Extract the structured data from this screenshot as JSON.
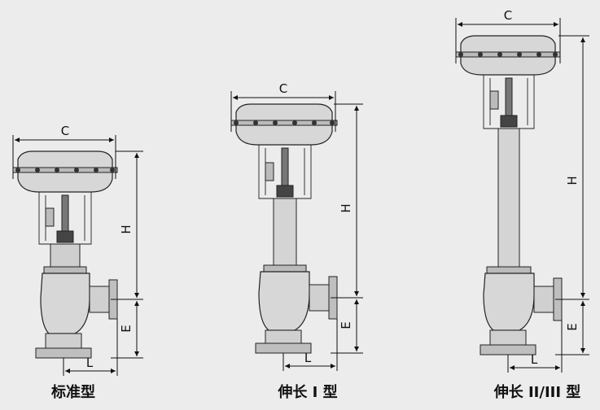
{
  "figure": {
    "valves": [
      {
        "id": "standard",
        "caption": "标准型",
        "dims": {
          "c": "C",
          "h": "H",
          "e": "E",
          "l": "L"
        }
      },
      {
        "id": "extended-1",
        "caption": "伸长 I 型",
        "dims": {
          "c": "C",
          "h": "H",
          "e": "E",
          "l": "L"
        }
      },
      {
        "id": "extended-2-3",
        "caption": "伸长 II/III 型",
        "dims": {
          "c": "C",
          "h": "H",
          "e": "E",
          "l": "L"
        }
      }
    ]
  }
}
